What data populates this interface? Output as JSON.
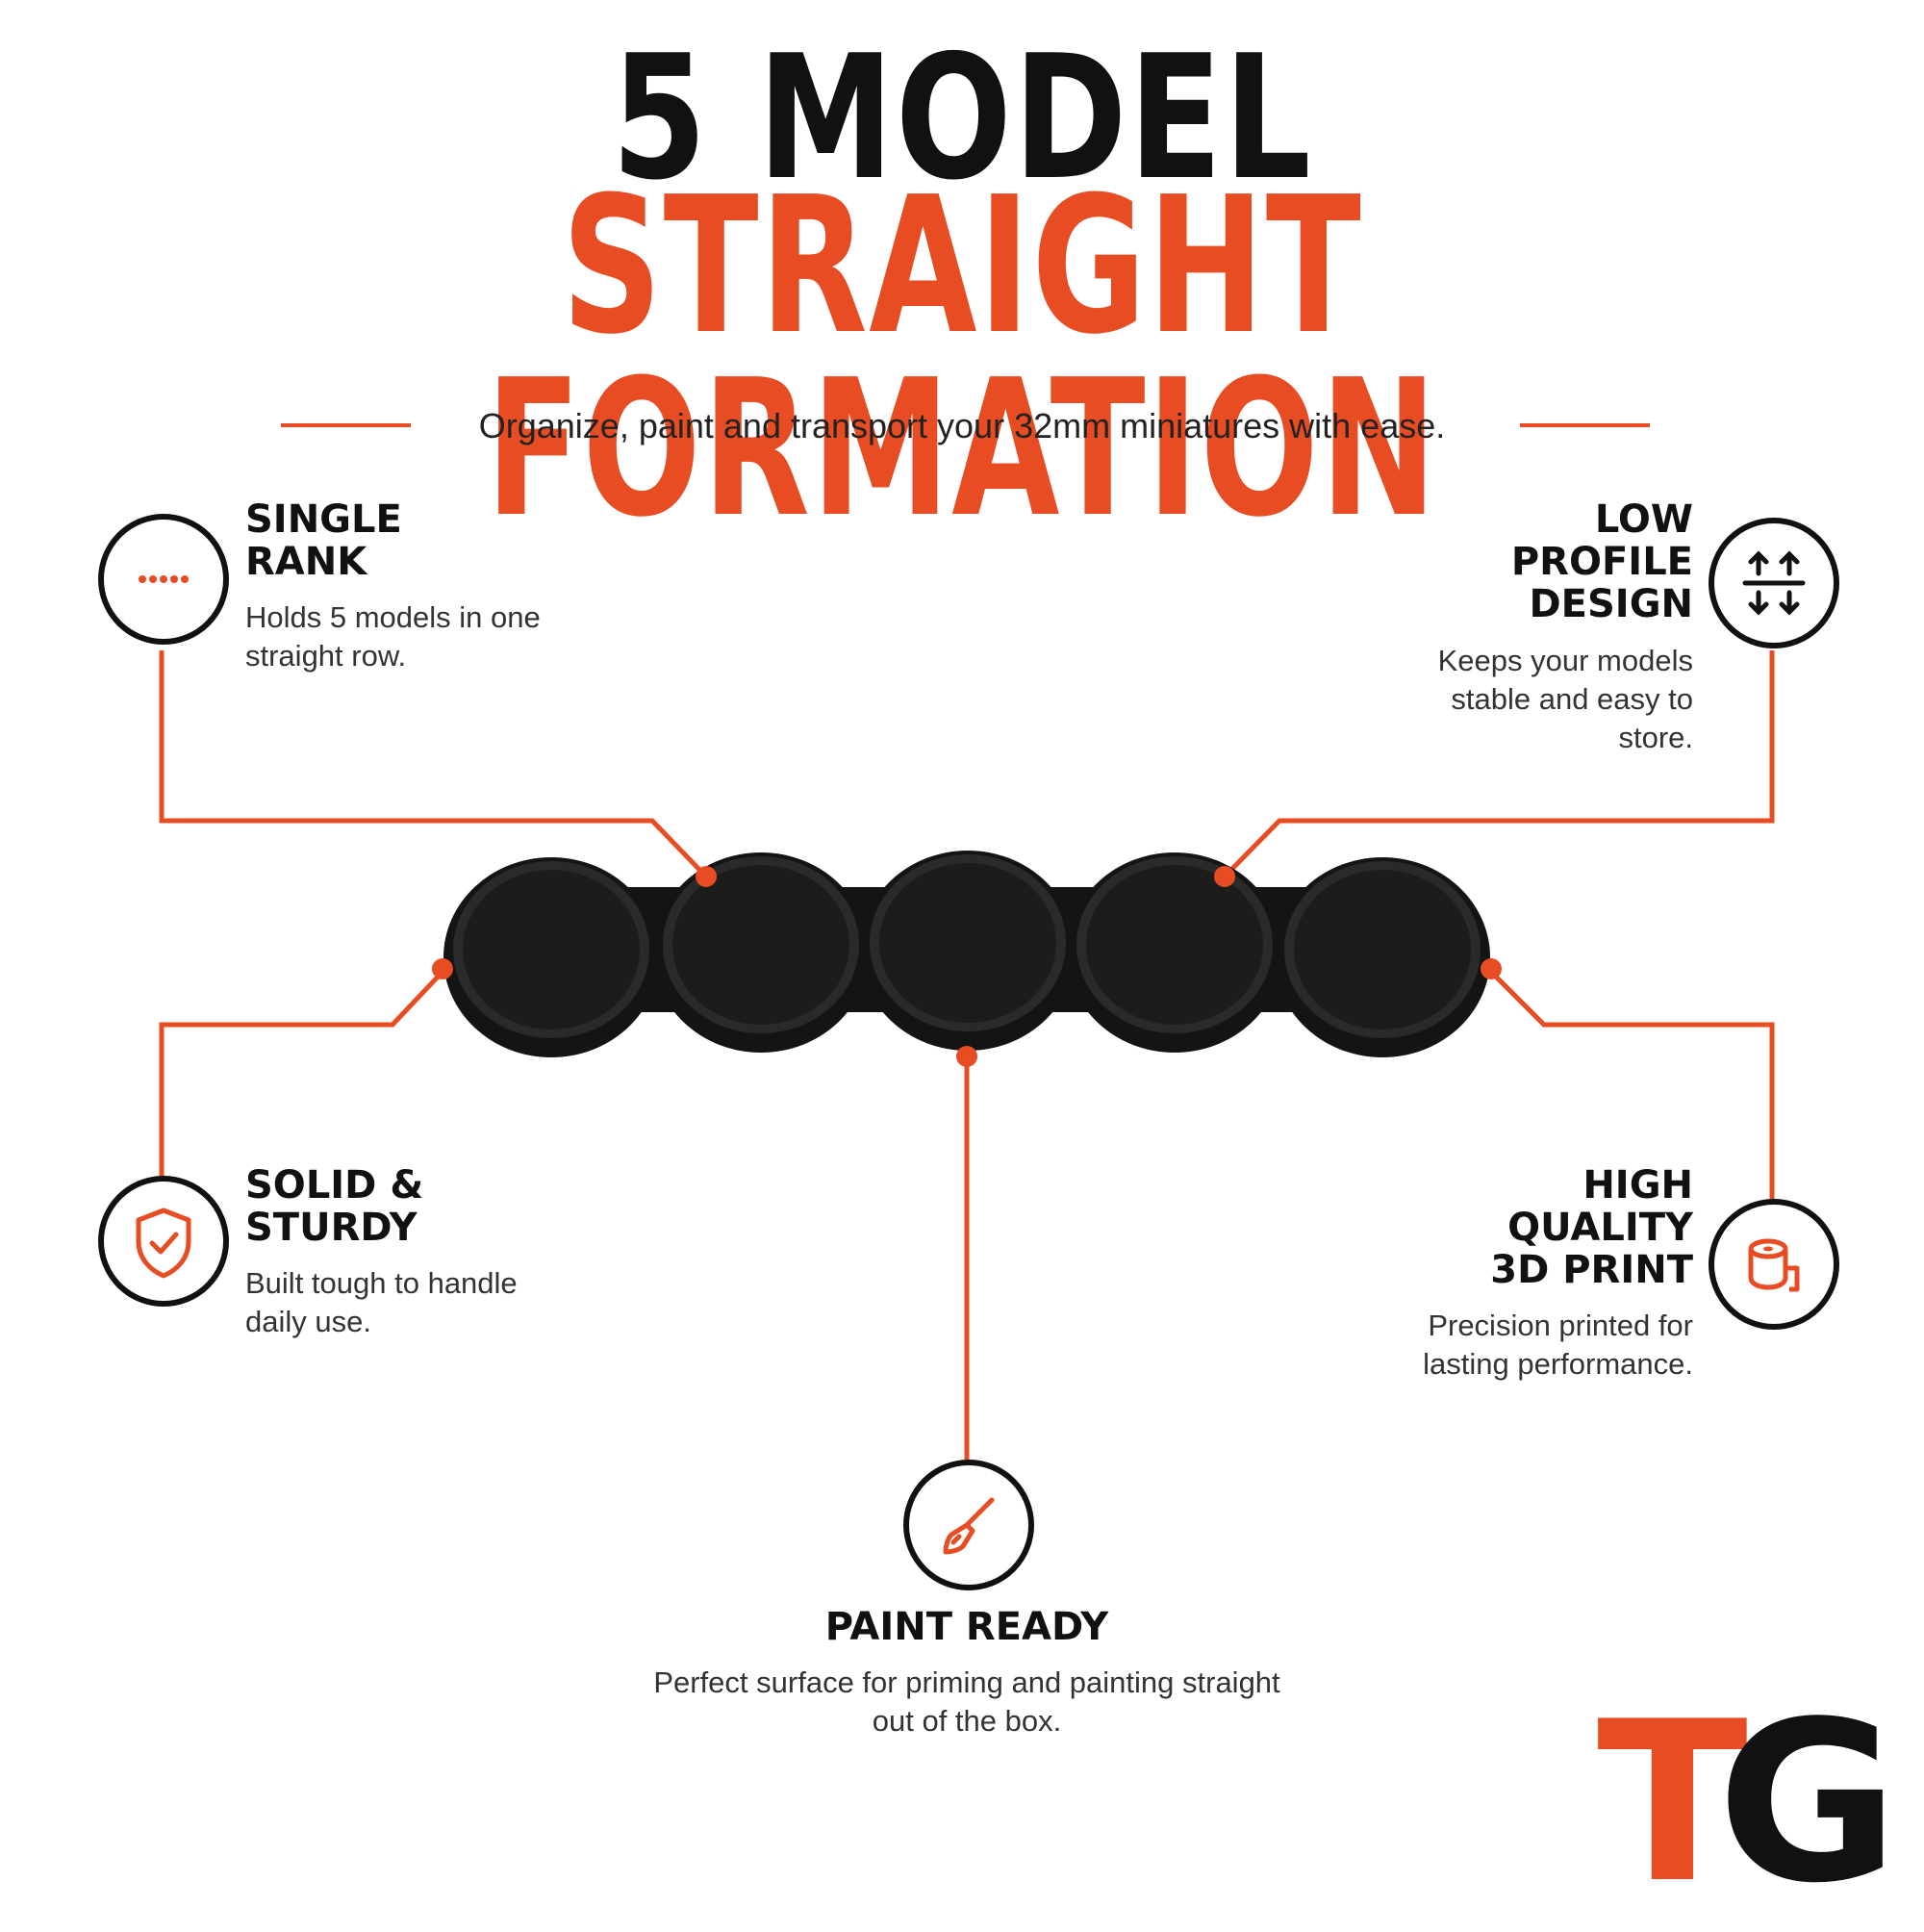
{
  "colors": {
    "accent": "#e84c22",
    "dark": "#111111",
    "tray": "#1b1b1b"
  },
  "header": {
    "title_line1": "5 MODEL",
    "title_line2": "STRAIGHT FORMATION",
    "subtitle": "Organize, paint and transport your 32mm miniatures with ease."
  },
  "features": {
    "single_rank": {
      "heading": [
        "SINGLE",
        "RANK"
      ],
      "description": [
        "Holds 5 models in one",
        "straight row."
      ],
      "icon": "dots-row-icon"
    },
    "low_profile": {
      "heading": [
        "LOW",
        "PROFILE",
        "DESIGN"
      ],
      "description": [
        "Keeps your models",
        "stable and easy to",
        "store."
      ],
      "icon": "vertical-compress-icon"
    },
    "solid_sturdy": {
      "heading": [
        "SOLID &",
        "STURDY"
      ],
      "description": [
        "Built tough to handle",
        "daily use."
      ],
      "icon": "shield-check-icon"
    },
    "high_quality": {
      "heading": [
        "HIGH",
        "QUALITY",
        "3D PRINT"
      ],
      "description": [
        "Precision printed for",
        "lasting performance."
      ],
      "icon": "filament-spool-icon"
    },
    "paint_ready": {
      "heading": [
        "PAINT READY"
      ],
      "description": [
        "Perfect surface for priming and painting straight",
        "out of the box."
      ],
      "icon": "paintbrush-icon"
    }
  },
  "product": {
    "slots": 5,
    "name": "tray"
  },
  "logo": {
    "letter1": "T",
    "letter2": "G"
  }
}
